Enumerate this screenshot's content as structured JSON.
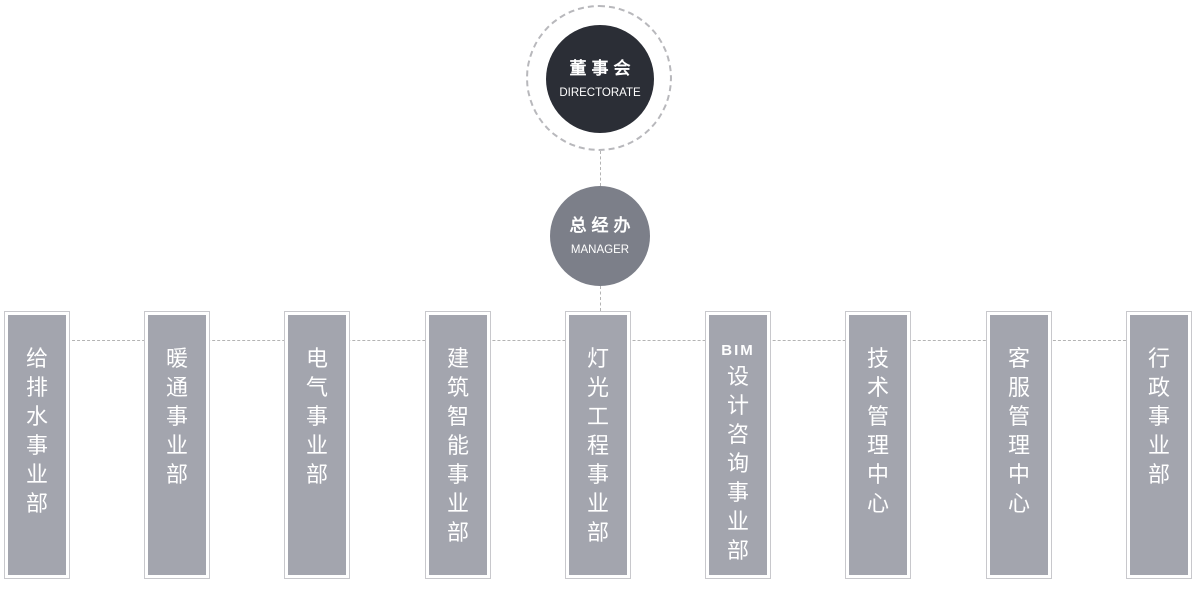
{
  "board": {
    "title_zh": "董事会",
    "title_en": "DIRECTORATE"
  },
  "manager": {
    "title_zh": "总经办",
    "title_en": "MANAGER"
  },
  "departments": [
    {
      "label": "给排水事业部"
    },
    {
      "label": "暖通事业部"
    },
    {
      "label": "电气事业部"
    },
    {
      "label": "建筑智能事业部"
    },
    {
      "label": "灯光工程事业部"
    },
    {
      "prefix": "BIM",
      "label": "设计咨询事业部"
    },
    {
      "label": "技术管理中心"
    },
    {
      "label": "客服管理中心"
    },
    {
      "label": "行政事业部"
    }
  ],
  "colors": {
    "board_fill": "#2b2e36",
    "manager_fill": "#7c7f89",
    "department_fill": "#a3a5ae",
    "connector": "#b4b4b4"
  }
}
